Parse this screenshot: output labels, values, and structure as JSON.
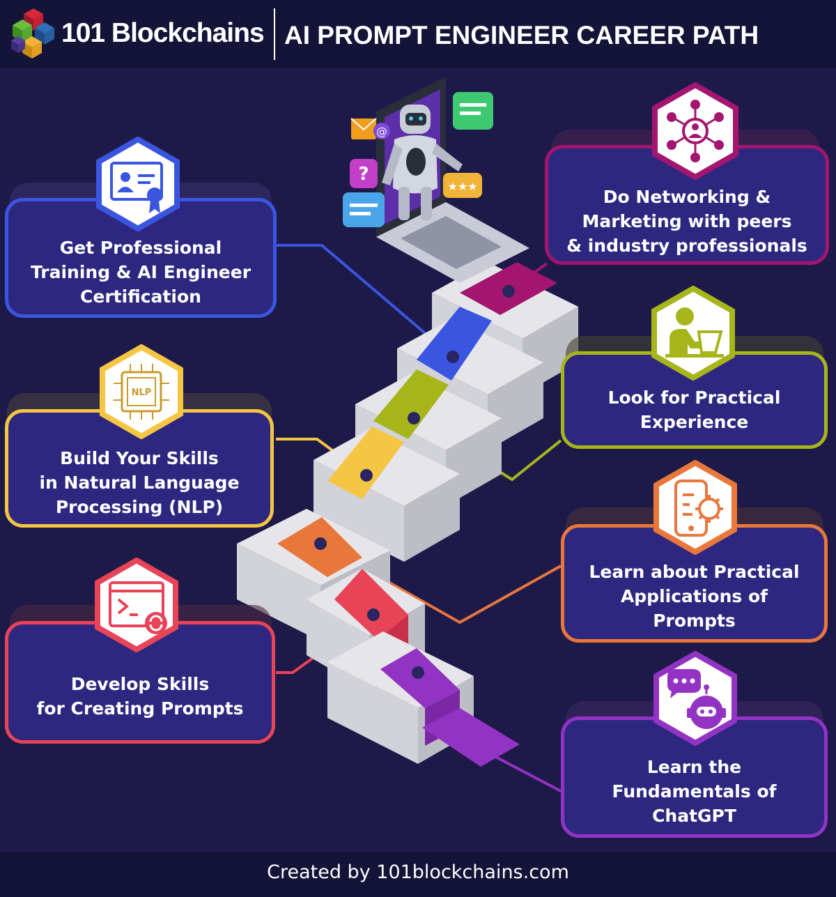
{
  "header": {
    "brand": "101 Blockchains",
    "title": "AI PROMPT ENGINEER CAREER PATH"
  },
  "steps": [
    {
      "lines": [
        "Get Professional",
        "Training & AI Engineer",
        "Certification"
      ],
      "color": "#3a56e0",
      "icon": "certificate-icon"
    },
    {
      "lines": [
        "Do Networking &",
        "Marketing with peers",
        "& industry professionals"
      ],
      "color": "#a3156f",
      "icon": "network-icon"
    },
    {
      "lines": [
        "Build Your Skills",
        "in Natural Language",
        "Processing (NLP)"
      ],
      "color": "#f5c644",
      "icon": "nlp-chip-icon",
      "icon_label": "NLP"
    },
    {
      "lines": [
        "Look for Practical",
        "Experience"
      ],
      "color": "#a6b51a",
      "icon": "person-laptop-icon"
    },
    {
      "lines": [
        "Learn about Practical",
        "Applications of",
        "Prompts"
      ],
      "color": "#e9773c",
      "icon": "phone-gear-icon"
    },
    {
      "lines": [
        "Develop Skills",
        "for Creating Prompts"
      ],
      "color": "#e84457",
      "icon": "terminal-icon"
    },
    {
      "lines": [
        "Learn the",
        "Fundamentals of",
        "ChatGPT"
      ],
      "color": "#9333c4",
      "icon": "chatbot-icon"
    }
  ],
  "footer": {
    "text": "Created by 101blockchains.com"
  }
}
